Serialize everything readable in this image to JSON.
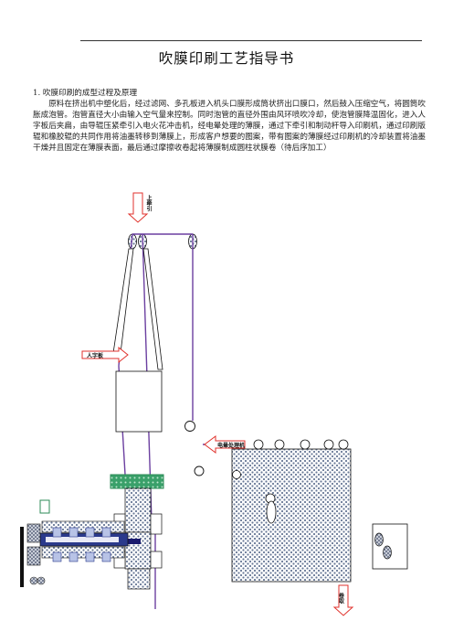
{
  "document": {
    "title": "吹膜印刷工艺指导书",
    "section": {
      "heading": "1. 吹膜印刷的成型过程及原理",
      "body": "原料在挤出机中塑化后，经过滤网、多孔板进入机头口膜形成筒状挤出口膜口，然后鼓入压缩空气，将圆筒吹胀成泡管。泡管直径大小由输入空气量来控制。同时泡管的直径外围由风环喷吹冷却，使泡管膜降温固化，进入人字板后夹扁，由导辊压紧牵引入电火花冲击机，经电晕处理的薄膜，通过下牵引和制动杆导入印刷机，通过印刷版辊和橡胶辊的共同作用将油墨转移到薄膜上，形成客户想要的图案，带有图案的薄膜经过印刷机的冷却装置将油墨干燥并且固定在薄膜表面，最后通过摩擦收卷起将薄膜制成圆柱状膜卷（待后序加工）"
    }
  },
  "diagram": {
    "labels": {
      "top_traction": "上牵引",
      "herringbone": "人字板",
      "corona": "电晕处理机",
      "winding": "卷取"
    },
    "colors": {
      "film_line": "#6b3fa0",
      "arrow_outline": "#e0322c",
      "hatch_fill": "#5a6b8c",
      "green_ring": "#2e8b57",
      "screw_blue": "#2b3a8c"
    }
  }
}
